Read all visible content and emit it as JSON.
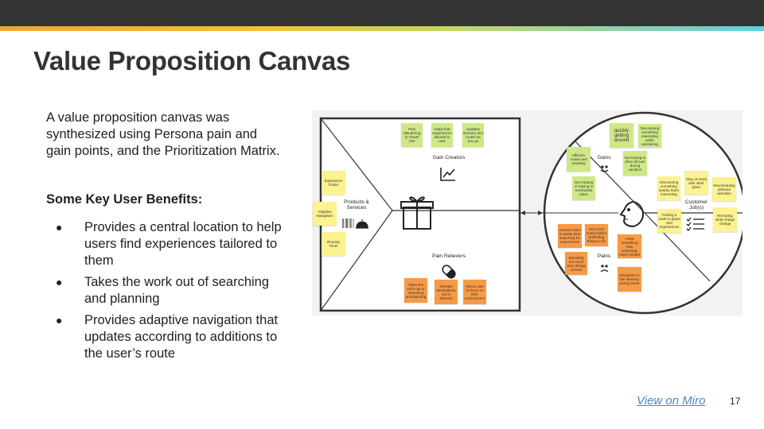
{
  "slide": {
    "title": "Value Proposition Canvas",
    "intro": "A value proposition canvas was synthesized using Persona pain and gain points, and the Prioritization Matrix.",
    "benefits_heading": "Some Key User Benefits:",
    "bullet_symbol": "●",
    "benefits": [
      "Provides a central location to help users find experiences tailored to them",
      "Takes the work out of searching and planning",
      "Provides adaptive navigation that updates according to additions to the user’s route"
    ],
    "miro_link": "View on Miro",
    "page_number": "17"
  },
  "canvas": {
    "labels": {
      "gain_creators": "Gain Creators",
      "pain_relievers": "Pain Relievers",
      "products_services": "Products & Services",
      "gains": "Gains",
      "pains": "Pains",
      "customer_jobs": "Customer Job(s)"
    },
    "gain_creator_notes": [
      "Puts Wandering to Travel Use",
      "Helps that experiences tailored to user",
      "Updates itinerary and routes as you go"
    ],
    "product_notes": [
      "Experience Finder",
      "Adaptive Navigation",
      "Itinerary Timer"
    ],
    "pain_reliever_notes": [
      "Takes the work out of searching and planning",
      "Reveals destinations not in itinerary",
      "Allows user to focus on their environment"
    ],
    "gain_notes": [
      "quickly getting around",
      "Discovering something interesting while wandering",
      "efficient routes and traveling",
      "Not having to drive all over during vacation",
      "Not missing or having to reschedule plans"
    ],
    "pain_notes": [
      "Doesn't want to waste time searching for experiences",
      "Not much time/couldn't do/finding things to do",
      "Spending too much time driving around",
      "Areas something that surprising, hasn't visited",
      "Disruption to the itinerary during travel"
    ],
    "job_notes": [
      "Discovering something nearby that's interesting",
      "Stay on track with other plans",
      "Rescheduling planned activities",
      "Finding a route to plans and experiences",
      "Rerouting when things change"
    ],
    "colors": {
      "gain": "#cfe886",
      "job": "#fbf38e",
      "pain": "#f79a45",
      "product": "#fbf38e"
    }
  }
}
